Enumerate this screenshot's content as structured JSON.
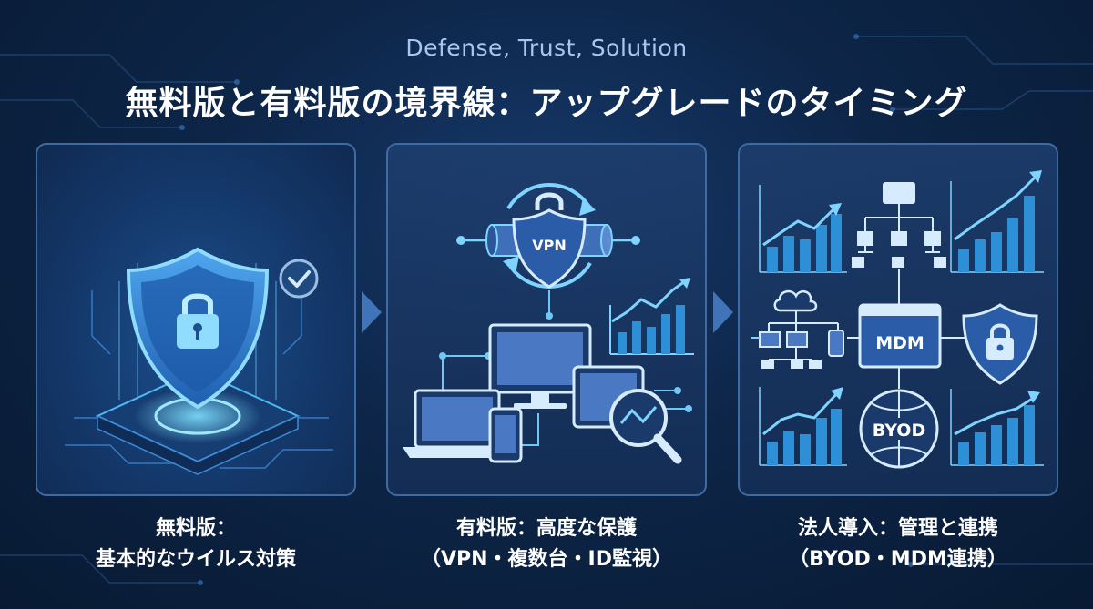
{
  "header": {
    "subtitle": "Defense, Trust, Solution",
    "title": "無料版と有料版の境界線：アップグレードのタイミング"
  },
  "panels": [
    {
      "id": "free",
      "caption_line1": "無料版：",
      "caption_line2": "基本的なウイルス対策"
    },
    {
      "id": "paid",
      "caption_line1": "有料版：高度な保護",
      "caption_line2": "（VPN・複数台・ID監視）",
      "badge": "VPN"
    },
    {
      "id": "corp",
      "caption_line1": "法人導入：管理と連携",
      "caption_line2": "（BYOD・MDM連携）",
      "mdm_label": "MDM",
      "byod_label": "BYOD"
    }
  ],
  "colors": {
    "accent": "#4fc3f7",
    "device_fill": "#4a78c2",
    "panel_border": "#3f6ba3"
  }
}
